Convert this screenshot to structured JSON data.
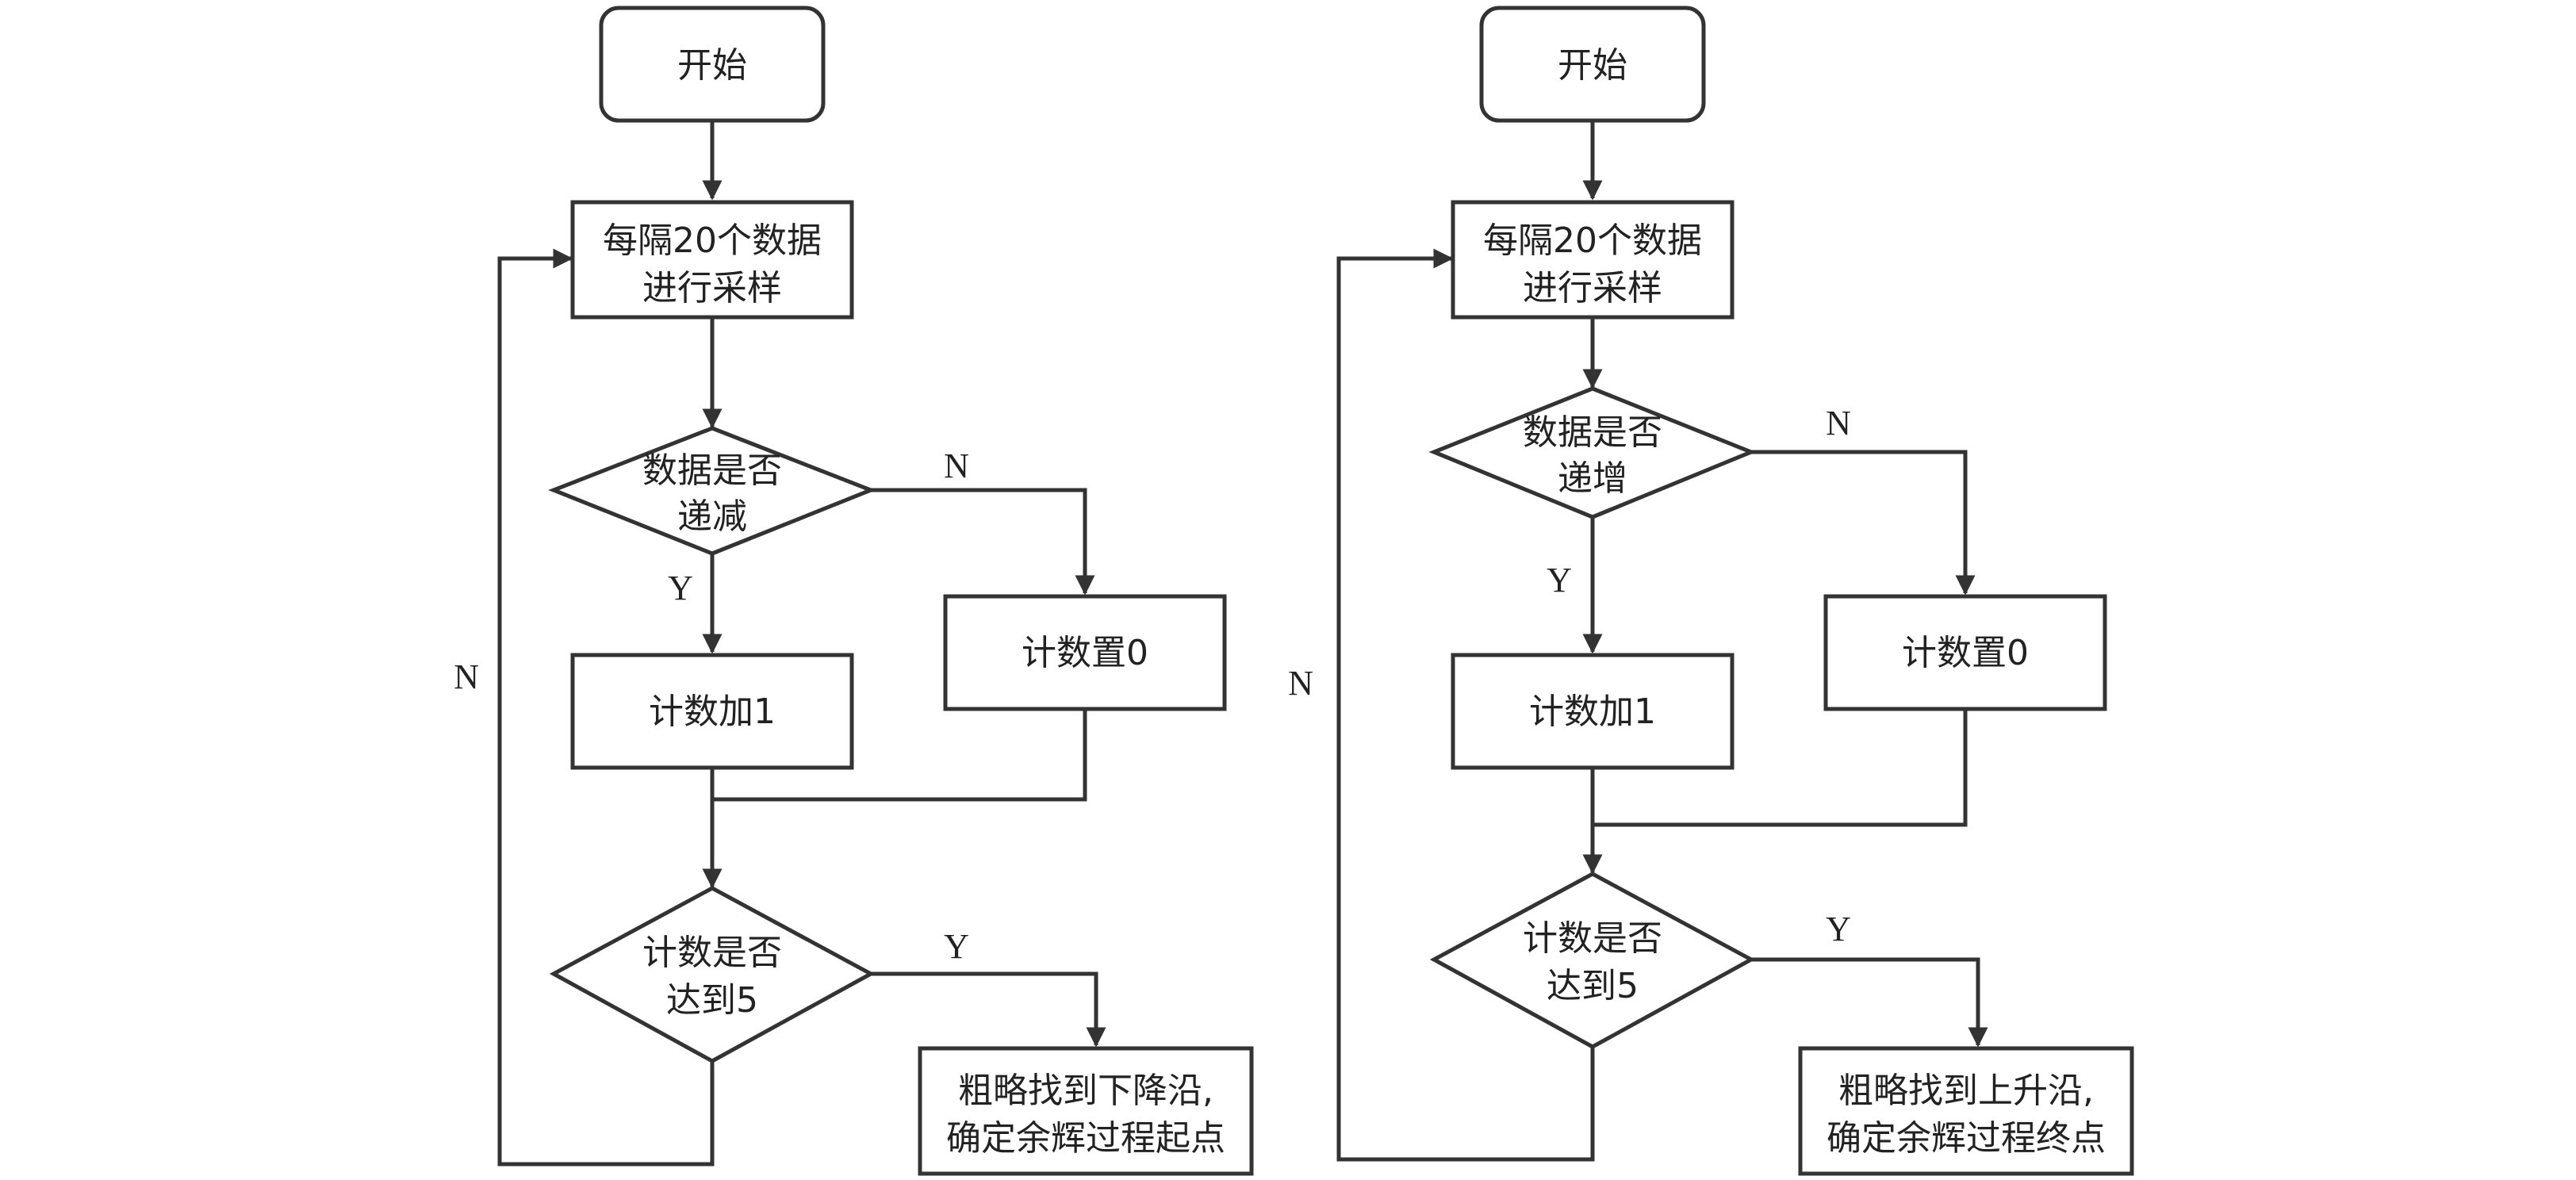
{
  "left_flow": {
    "start": "开始",
    "sample": [
      "每隔20个数据",
      "进行采样"
    ],
    "decision_trend": [
      "数据是否",
      "递减"
    ],
    "count_add": "计数加1",
    "count_reset": "计数置0",
    "decision_count": [
      "计数是否",
      "达到5"
    ],
    "result": [
      "粗略找到下降沿,",
      "确定余辉过程起点"
    ],
    "label_n_trend": "N",
    "label_y_trend": "Y",
    "label_y_count": "Y",
    "label_n_loop": "N"
  },
  "right_flow": {
    "start": "开始",
    "sample": [
      "每隔20个数据",
      "进行采样"
    ],
    "decision_trend": [
      "数据是否",
      "递增"
    ],
    "count_add": "计数加1",
    "count_reset": "计数置0",
    "decision_count": [
      "计数是否",
      "达到5"
    ],
    "result": [
      "粗略找到上升沿,",
      "确定余辉过程终点"
    ],
    "label_n_trend": "N",
    "label_y_trend": "Y",
    "label_y_count": "Y",
    "label_n_loop": "N"
  },
  "colors": {
    "stroke": "#333333",
    "text": "#222222",
    "background": "#ffffff"
  }
}
